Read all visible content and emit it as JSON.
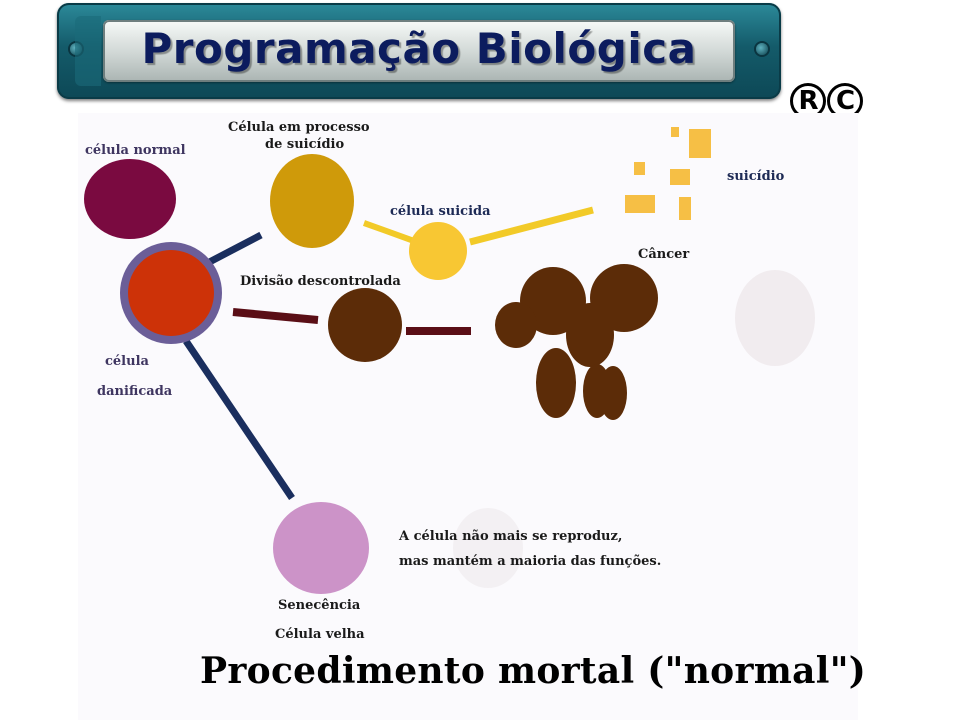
{
  "header": {
    "title": "Programação Biológica"
  },
  "marks": {
    "registered": "R",
    "copyright": "C"
  },
  "labels": {
    "normal_cell": "célula normal",
    "suicide_process_line1": "Célula em  processo",
    "suicide_process_line2": "de suicídio",
    "suicidal_cell": "célula suicida",
    "suicide": "suicídio",
    "cancer": "Câncer",
    "uncontrolled_division": "Divisão descontrolada",
    "damaged_cell_line1": "célula",
    "damaged_cell_line2": "danificada",
    "senescence_note_line1": "A célula não mais se reproduz,",
    "senescence_note_line2": "mas mantém a maioria das funções.",
    "senescence": "Senecência",
    "old_cell": "Célula velha"
  },
  "caption": "Procedimento mortal (\"normal\")",
  "colors": {
    "normal_cell": "#7a0a40",
    "suicide_process_cell": "#cf9a0a",
    "suicidal_cell": "#f8c733",
    "fragments": "#f6bf45",
    "damaged_cell_fill": "#cd3208",
    "damaged_cell_ring": "#6b5e98",
    "division_cell": "#5c2c08",
    "cancer_cells": "#5c2c08",
    "old_cell": "#cc93c8",
    "navy_link": "#1a2e5e",
    "maroon_link": "#5a0e16",
    "yellow_link": "#f2ca28",
    "banner": "#1a6a78",
    "title_text": "#0c1c5e"
  }
}
